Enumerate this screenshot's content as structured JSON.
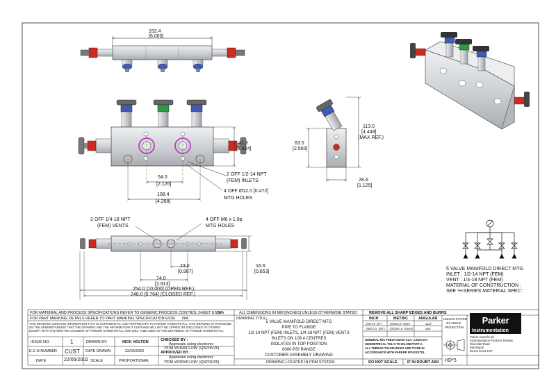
{
  "views": {
    "top": {
      "overall_mm": "152.4",
      "overall_in": "[6.000]"
    },
    "front": {
      "height_mm": "41.3",
      "height_in": "[1.624]",
      "pitch_mm": "54.0",
      "pitch_in": "[2.126]",
      "centres_mm": "108.4",
      "centres_in": "[4.268]",
      "inlets_note": [
        "2 OFF 1/2-14 NPT",
        "(FEM) INLETS"
      ],
      "holes_note": [
        "4 OFF Ø12.0 [0.472]",
        "MTG HOLES"
      ]
    },
    "side": {
      "height_mm": "63.5",
      "height_in": "[2.500]",
      "max_mm": "113.0",
      "max_in": "[4.449]",
      "max_note": "(MAX REF.)",
      "depth_mm": "28.6",
      "depth_in": "[1.125]"
    },
    "bottom": {
      "vents_note": [
        "2 OFF 1/4-18 NPT",
        "(FEM) VENTS"
      ],
      "mtg_note": [
        "4 OFF M6 x 1.0p",
        "MTG HOLES"
      ],
      "d23_mm": "23.0",
      "d23_in": "[0.907]",
      "d74_mm": "74.0",
      "d74_in": "[2.913]",
      "d16_mm": "16.6",
      "d16_in": "[0.653]",
      "open_ref": "254.0 [10.000] (OPEN REF.)",
      "closed_ref": "248.0 [9.764] (CLOSED REF.)"
    }
  },
  "description_block": [
    "5 VALVE MANIFOLD DIRECT MTG",
    "INLET : 1/2-14 NPT (FEM)",
    "VENT : 1/4-18 NPT (FEM)",
    "MATERIAL OF CONSTRUCTION :",
    "SEE 'H-SERIES MATERIAL SPEC'."
  ],
  "title_block": {
    "spec_line1": "FOR MATERIAL AND PROCESS SPECIFICATIONS REFER TO GENERIC PROCESS CONTROL SHEET ESSF",
    "spec_line1_val": "N/A",
    "spec_line2": "FOR PART MARKING DETAILS REFER TO PART MARKING SPECIFICATION ESSF",
    "spec_line2_val": "N/A",
    "confidential": "THIS DRAWING CONTAINS INFORMATION THAT IS CONFIDENTIAL AND PROPRIETARY TO PARKER HANNIFIN PLC. THIS DRAWING IS FURNISHED ON THE UNDERSTANDING THAT THE DRAWING AND THE INFORMATION IT CONTAINS WILL NOT BE COPIED OR DISCLOSED TO OTHERS EXCEPT WITH THE WRITTEN CONSENT OF PARKER HANNIFIN PLC. NOR WILL IT BE USED TO THE DETRIMENT OF PARKER HANNIFIN PLC.",
    "issue_no_label": "ISSUE NO.",
    "issue_no": "1",
    "drawn_by_label": "DRAWN BY:",
    "drawn_by": "NICK HOLTON",
    "ecn_label": "E.C.N NUMBER",
    "ecn": "CUST",
    "date_drawn_label": "DATE DRAWN",
    "date_drawn": "22/05/2002",
    "date_label": "DATE",
    "date": "22/05/2002",
    "scale_label": "SCALE",
    "scale": "PROPORTIONAL",
    "checked_by_label": "CHECKED BY :",
    "checked_by": [
      "Approvals using electronic",
      "'PDM WORKFLOW' (QSP05/25)"
    ],
    "approved_by_label": "APPROVED BY :",
    "approved_by": [
      "Approvals using electronic",
      "'PDM WORKFLOW' (QSP05/25)"
    ],
    "dims_note": "ALL DIMENSIONS IN MM [INCHES] UNLESS OTHERWISE STATED",
    "drawing_title_label": "DRAWING TITLE:",
    "drawing_title": [
      "5 VALVE MANIFOLD DIRECT MTG",
      "PIPE TO FLANGE",
      "1/2-14 NPT (FEM) INLETS, 1/4-18 NPT (FEM) VENTS",
      "INLETS ON 108.4 CENTRES",
      "ISOLATES IN TOP POSITION",
      "6000 PSI RANGE",
      "CUSTOMER ASSEMBLY DRAWING"
    ],
    "pdm_note": "DRAWING LOCATED IN PDM SYSTEM",
    "edges_note": "REMOVE ALL SHARP EDGES AND BURRS",
    "tol_headers": [
      "INCH",
      "METRIC",
      "ANGULAR"
    ],
    "tol_rows": [
      [
        ".(00\").X .(0\")",
        ".(X)mm.X .Xmm",
        "±1/2°"
      ],
      [
        ".(000\").X .(00\")",
        ".(00)mm.X .X(mm)",
        "±30'"
      ]
    ],
    "finish_note": [
      "GENERAL M/C FINISH 63min CLA: 1.6mm RA",
      "GEOMETRICAL TOL'S TO BS.308 PART 3.",
      "ALL THREAD TOLERANCES ARE TO BE IN",
      "ACCORDANCE WITH PARKER IPD ESST01."
    ],
    "do_not_scale": "DO NOT SCALE",
    "if_in_doubt": "IF IN DOUBT ASK",
    "projection_label": [
      "UNLESS STATED",
      "3rd ANGLE",
      "PROJECTION:"
    ],
    "company_logo": "Parker",
    "company_division": "Instrumentation",
    "company_address": [
      "Parker Hannifin plc",
      "Instrumentation Products Division",
      "Riverside Road",
      "Barnstaple",
      "Devon EX31 1NP"
    ],
    "drawing_number": "HD*5"
  },
  "colors": {
    "line": "#222222",
    "body": "#d9dadc",
    "handle_red": "#cc2a22",
    "bonnet_blue": "#3f5bb4",
    "bonnet_green": "#2f9a45",
    "port_magenta": "#c23ac2"
  }
}
